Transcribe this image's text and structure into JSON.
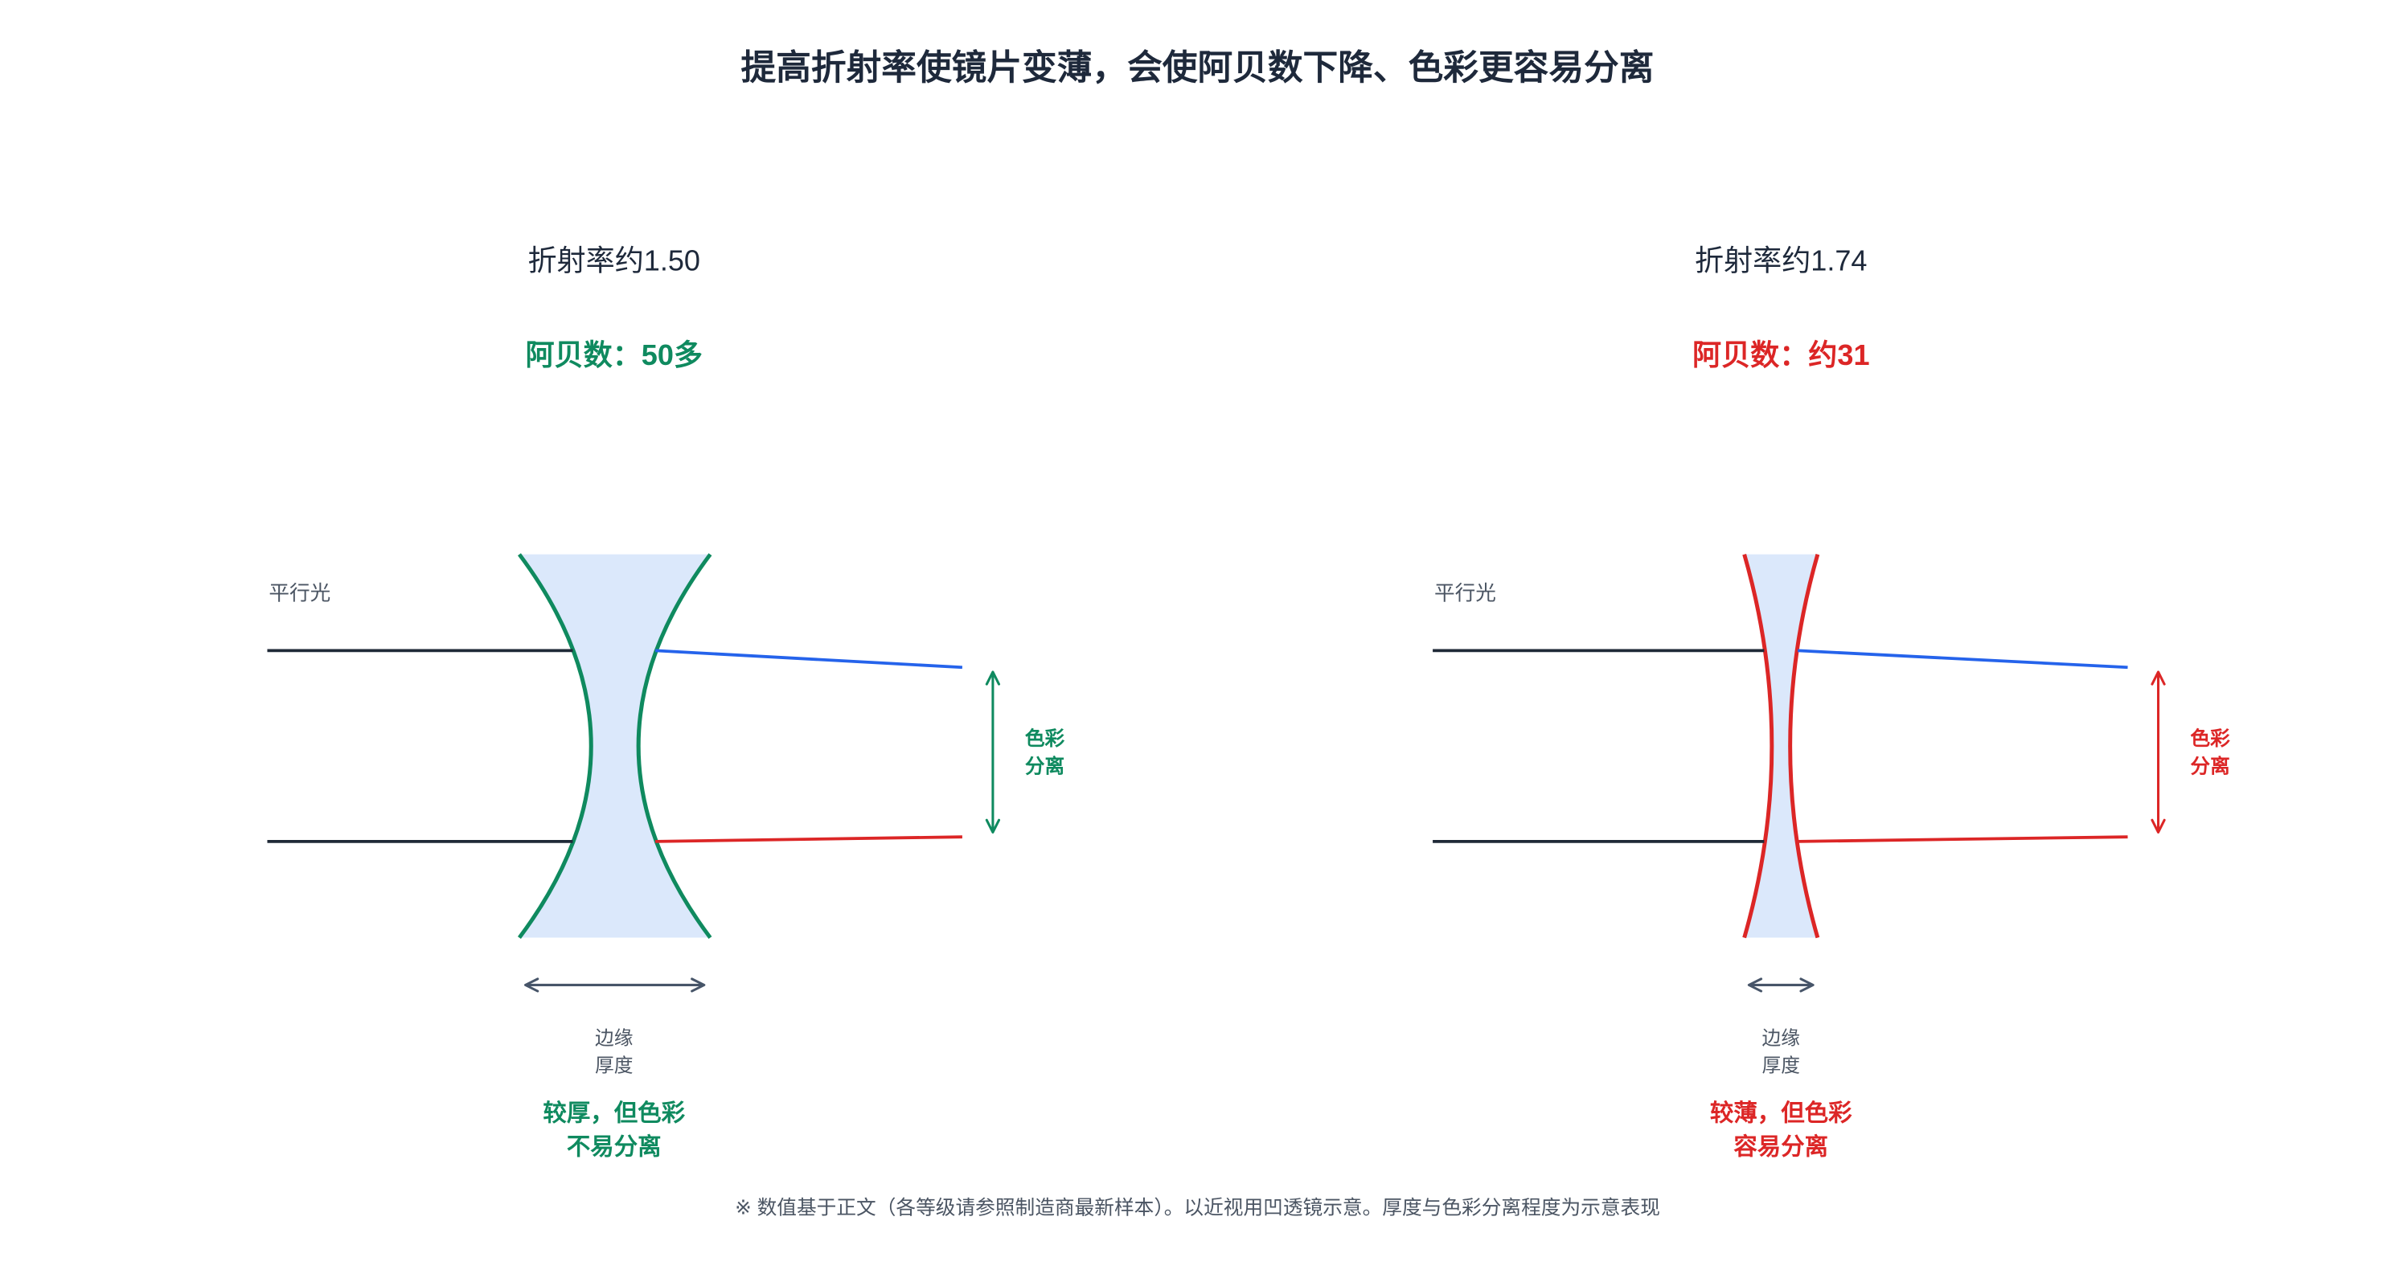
{
  "title": "提高折射率使镜片变薄，会使阿贝数下降、色彩更容易分离",
  "colors": {
    "title": "#1e293b",
    "incident_ray": "#1f2937",
    "blue_ray": "#2563eb",
    "red_ray": "#dc2626",
    "lens_fill": "#dbe8fb",
    "annotation": "#475569"
  },
  "panels": [
    {
      "refractive_index": "折射率约1.50",
      "abbe_number": "阿贝数：50多",
      "light_label": "平行光",
      "separation_label": [
        "色彩",
        "分离"
      ],
      "edge_label": [
        "边缘",
        "厚度"
      ],
      "conclusion": [
        "较厚，但色彩",
        "不易分离"
      ],
      "accent": "#0f8a5f"
    },
    {
      "refractive_index": "折射率约1.74",
      "abbe_number": "阿贝数：约31",
      "light_label": "平行光",
      "separation_label": [
        "色彩",
        "分离"
      ],
      "edge_label": [
        "边缘",
        "厚度"
      ],
      "conclusion": [
        "较薄，但色彩",
        "容易分离"
      ],
      "accent": "#dc2626"
    }
  ],
  "footnote": "※ 数值基于正文（各等级请参照制造商最新样本）。以近视用凹透镜示意。厚度与色彩分离程度为示意表现"
}
